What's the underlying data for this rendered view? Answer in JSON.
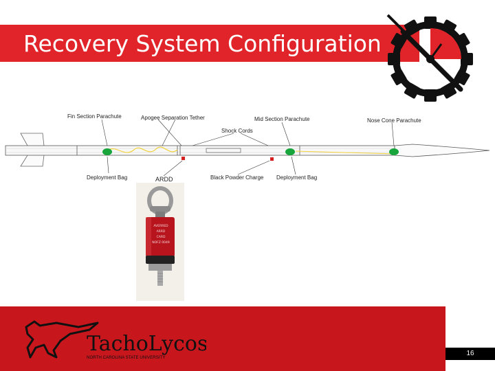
{
  "slide": {
    "title": "Recovery System Configuration",
    "page_number": "16"
  },
  "diagram": {
    "labels": {
      "fin_section_parachute": "Fin Section Parachute",
      "apogee_separation_tether": "Apogee Separation Tether",
      "mid_section_parachute": "Mid Section Parachute",
      "nose_cone_parachute": "Nose Cone Parachute",
      "shock_cords": "Shock Cords",
      "deployment_bag_left": "Deployment Bag",
      "ardd": "ARDD",
      "black_powder_charge": "Black Powder Charge",
      "deployment_bag_right": "Deployment Bag"
    }
  },
  "photo": {
    "engraving": [
      "AVERRED",
      "ARRD",
      "CARD",
      "NOFZ 0049"
    ]
  },
  "logo": {
    "name": "TachoLycos",
    "subtitle": "NORTH CAROLINA STATE UNIVERSITY"
  },
  "colors": {
    "accent_red": "#e0242a",
    "footer_red": "#c8161d",
    "parachute_green": "#17a53c",
    "tether_yellow": "#f2d23a"
  }
}
